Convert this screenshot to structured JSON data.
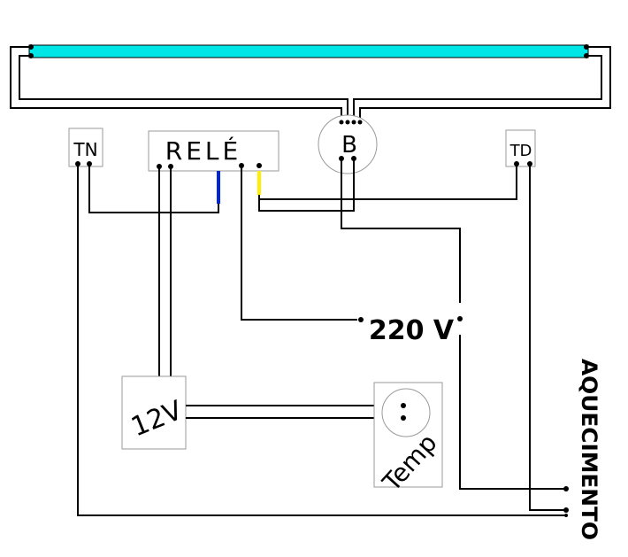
{
  "components": {
    "tn": {
      "label": "TN"
    },
    "rele": {
      "label": "RELÉ"
    },
    "b": {
      "label": "B"
    },
    "td": {
      "label": "TD"
    },
    "power_12v": {
      "label": "12V"
    },
    "temp": {
      "label": "Temp"
    }
  },
  "supply": {
    "label": "220 V"
  },
  "output": {
    "label": "AQUECIMENTO"
  },
  "colors": {
    "lamp": "#00e6e6",
    "wire": "#000000",
    "box_outline": "#9a9a9a",
    "relay_wire_blue": "#0026d9",
    "relay_wire_yellow": "#ffee00"
  }
}
